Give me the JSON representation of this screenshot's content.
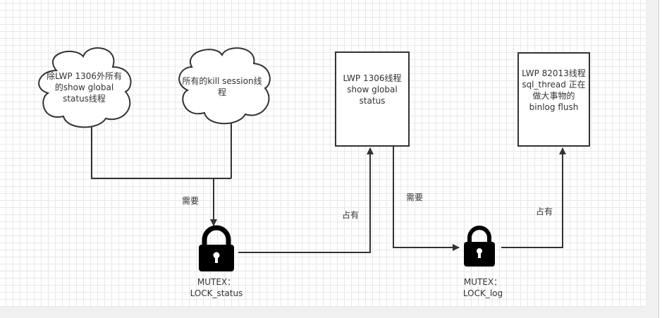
{
  "nodes": {
    "cloud_show_status": "除LWP 1306外所有的show global status线程",
    "cloud_kill_session": "所有的kill session线程",
    "box_lwp_1306": "LWP 1306线程 show global status",
    "box_lwp_82013": "LWP 82013线程 sql_thread 正在做大事物的binlog flush",
    "lock_status_label": [
      "MUTEX：",
      "LOCK_status"
    ],
    "lock_log_label": [
      "MUTEX：",
      "LOCK_log"
    ]
  },
  "edges": {
    "needs_1": "需要",
    "holds_1": "占有",
    "needs_2": "需要",
    "holds_2": "占有"
  },
  "icons": {
    "lock": "lock-icon"
  }
}
